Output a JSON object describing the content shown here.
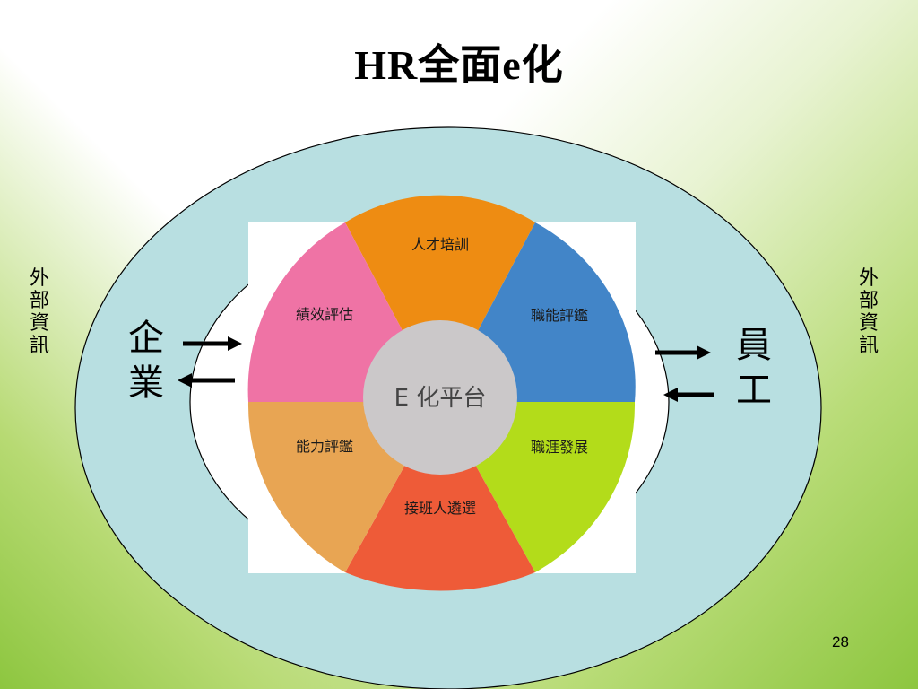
{
  "title": "HR全面e化",
  "left_side_label": "外部資訊",
  "right_side_label": "外部資訊",
  "left_actor": "企業",
  "right_actor": "員工",
  "center_label": "E 化平台",
  "segments": [
    {
      "label": "人才培訓",
      "color": "#ee8c12"
    },
    {
      "label": "職能評鑑",
      "color": "#4285c8"
    },
    {
      "label": "職涯發展",
      "color": "#b3dc1a"
    },
    {
      "label": "接班人遴選",
      "color": "#ee5b38"
    },
    {
      "label": "能力評鑑",
      "color": "#e8a553"
    },
    {
      "label": "績效評估",
      "color": "#ef73a5"
    }
  ],
  "page_number": "28",
  "colors": {
    "outer_ring": "#b8dfe1",
    "center_circle": "#cbc8c9",
    "background_accent": "#8dc63f"
  }
}
